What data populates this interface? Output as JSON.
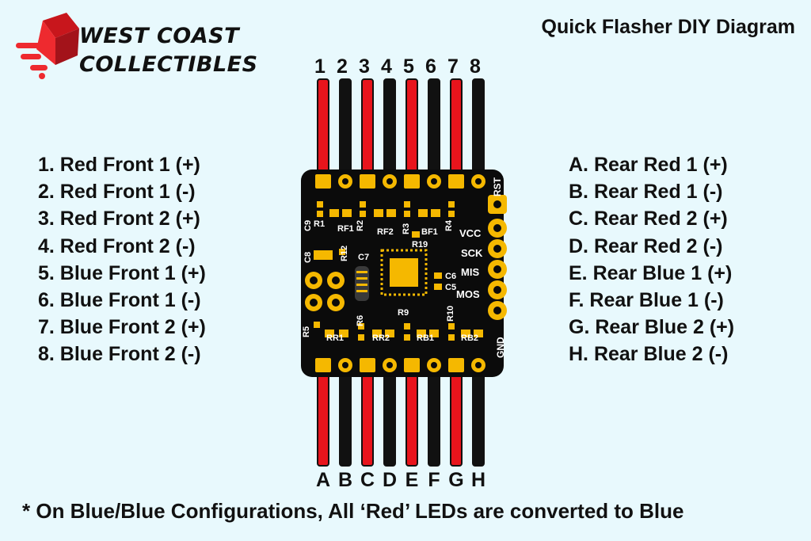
{
  "logo": {
    "line1": "WEST COAST",
    "line2": "COLLECTIBLES"
  },
  "title": "Quick Flasher DIY Diagram",
  "top_pins": [
    "1",
    "2",
    "3",
    "4",
    "5",
    "6",
    "7",
    "8"
  ],
  "bottom_pins": [
    "A",
    "B",
    "C",
    "D",
    "E",
    "F",
    "G",
    "H"
  ],
  "wire_colors": {
    "red": "#e8141c",
    "black": "#111111"
  },
  "legend_left": [
    "1. Red Front 1 (+)",
    "2. Red Front 1 (-)",
    "3. Red Front 2 (+)",
    "4. Red Front 2 (-)",
    "5. Blue Front 1 (+)",
    "6. Blue Front 1 (-)",
    "7. Blue Front 2 (+)",
    "8. Blue Front 2 (-)"
  ],
  "legend_right": [
    "A. Rear Red 1 (+)",
    "B. Rear Red 1 (-)",
    "C. Rear Red 2 (+)",
    "D. Rear Red 2 (-)",
    "E. Rear Blue 1 (+)",
    "F. Rear Blue 1 (-)",
    "G. Rear Blue 2 (+)",
    "H. Rear Blue 2 (-)"
  ],
  "board": {
    "silk_labels": [
      "RF1",
      "R2",
      "RF2",
      "R3",
      "BF1",
      "R4",
      "VCC",
      "R19",
      "SCK",
      "MIS",
      "MOS",
      "RR1",
      "R6",
      "RR2",
      "R9",
      "RB1",
      "R10",
      "RB2",
      "R5",
      "R12",
      "C7",
      "C6",
      "C5",
      "C8",
      "C9",
      "R1",
      "RST",
      "GND"
    ]
  },
  "footnote": "* On Blue/Blue Configurations, All ‘Red’ LEDs are converted to Blue"
}
